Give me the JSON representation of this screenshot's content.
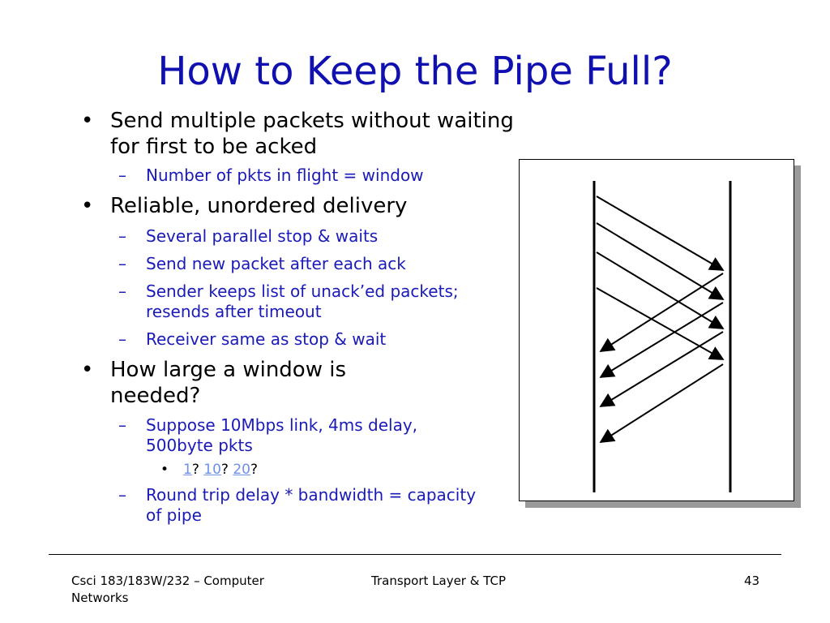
{
  "slide": {
    "title": "How to Keep the Pipe Full?"
  },
  "bullets": {
    "b1": "Send multiple packets without waiting for first to be acked",
    "b1_s1": "Number of pkts in flight = window",
    "b2": "Reliable, unordered delivery",
    "b2_s1": "Several parallel stop & waits",
    "b2_s2": "Send new packet after each ack",
    "b2_s3": "Sender keeps list of unack’ed packets; resends after timeout",
    "b2_s4": "Receiver same as stop & wait",
    "b3": "How large a window is needed?",
    "b3_s1": "Suppose 10Mbps link, 4ms delay, 500byte pkts",
    "b3_s1_q1": "1",
    "b3_s1_q2": "10",
    "b3_s1_q3": "20",
    "q_mark": "?",
    "b3_s2": "Round trip delay * bandwidth = capacity of pipe"
  },
  "footer": {
    "left": "Csci 183/183W/232 – Computer Networks",
    "center": "Transport Layer &  TCP",
    "page": "43"
  },
  "colors": {
    "title": "#1010b0",
    "sub_bullet": "#1a1ab8",
    "link": "#6f8fe6"
  }
}
